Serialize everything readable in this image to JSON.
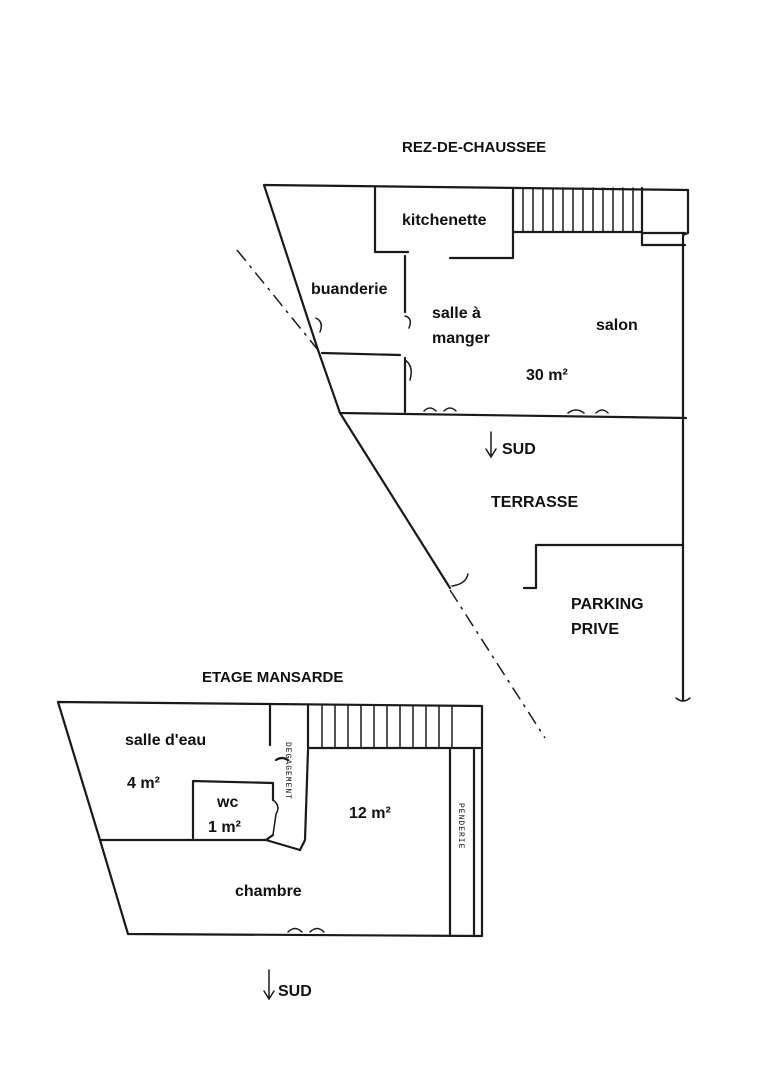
{
  "ground_floor": {
    "title": "REZ-DE-CHAUSSEE",
    "rooms": {
      "kitchenette": "kitchenette",
      "buanderie": "buanderie",
      "salle_a_manger_line1": "salle à",
      "salle_a_manger_line2": "manger",
      "salon": "salon",
      "salon_area": "30 m²",
      "terrasse": "TERRASSE",
      "parking_line1": "PARKING",
      "parking_line2": "PRIVE"
    },
    "orientation": "SUD"
  },
  "upper_floor": {
    "title": "ETAGE MANSARDE",
    "rooms": {
      "salle_d_eau": "salle d'eau",
      "salle_d_eau_area": "4 m²",
      "wc": "wc",
      "wc_area": "1 m²",
      "degagement": "DEGAGEMENT",
      "bedroom_area": "12 m²",
      "penderie": "PENDERIE",
      "chambre": "chambre"
    },
    "orientation": "SUD"
  },
  "colors": {
    "ink": "#1a1a1a",
    "paper": "#ffffff"
  }
}
